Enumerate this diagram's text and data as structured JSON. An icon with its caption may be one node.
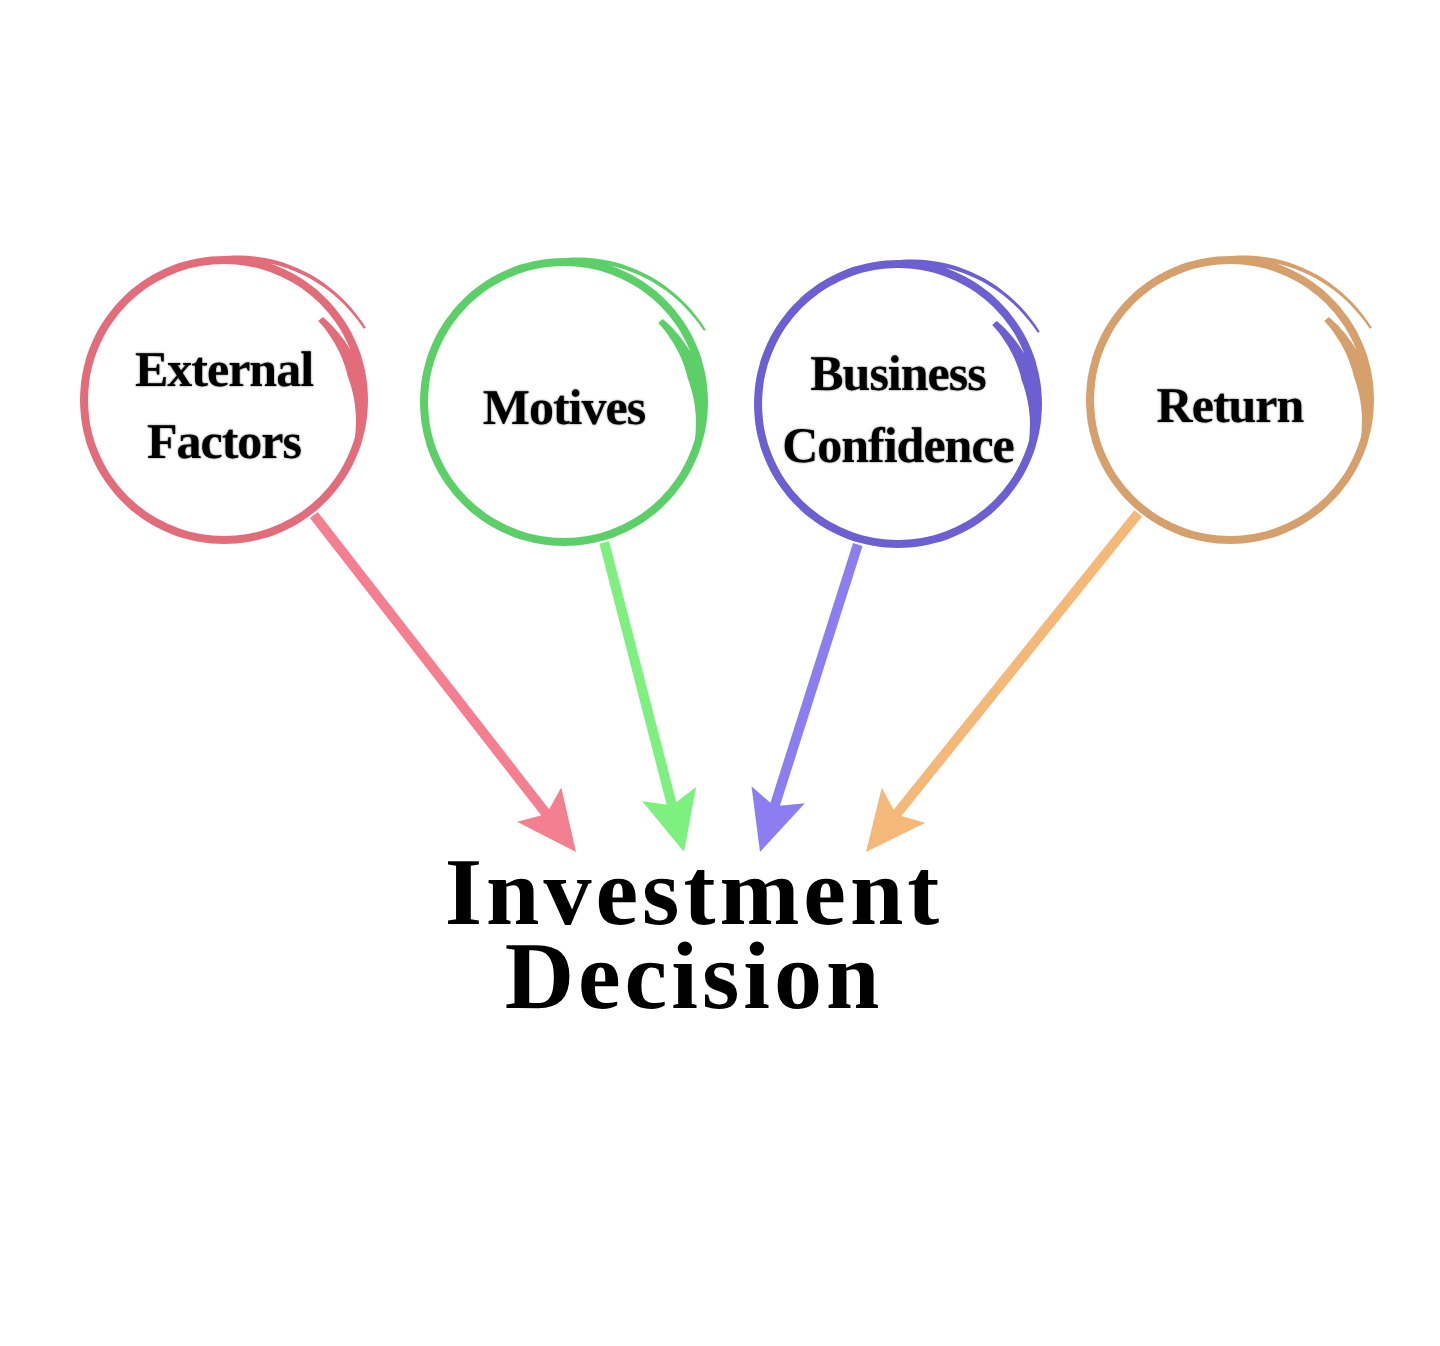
{
  "diagram": {
    "nodes": [
      {
        "text": [
          "External Factors"
        ]
      },
      {
        "text": [
          "Motives"
        ]
      },
      {
        "text": [
          "Business Confidence"
        ]
      },
      {
        "text": [
          "Return"
        ]
      },
      {
        "text": [
          "Investment Decision"
        ]
      }
    ],
    "edges": [
      {
        "from": 0,
        "to": 4,
        "arrow": "to",
        "color": "#f47f90"
      },
      {
        "from": 1,
        "to": 4,
        "arrow": "to",
        "color": "#7ef080"
      },
      {
        "from": 2,
        "to": 4,
        "arrow": "to",
        "color": "#8c7ef0"
      },
      {
        "from": 3,
        "to": 4,
        "arrow": "to",
        "color": "#f4b878"
      }
    ]
  }
}
